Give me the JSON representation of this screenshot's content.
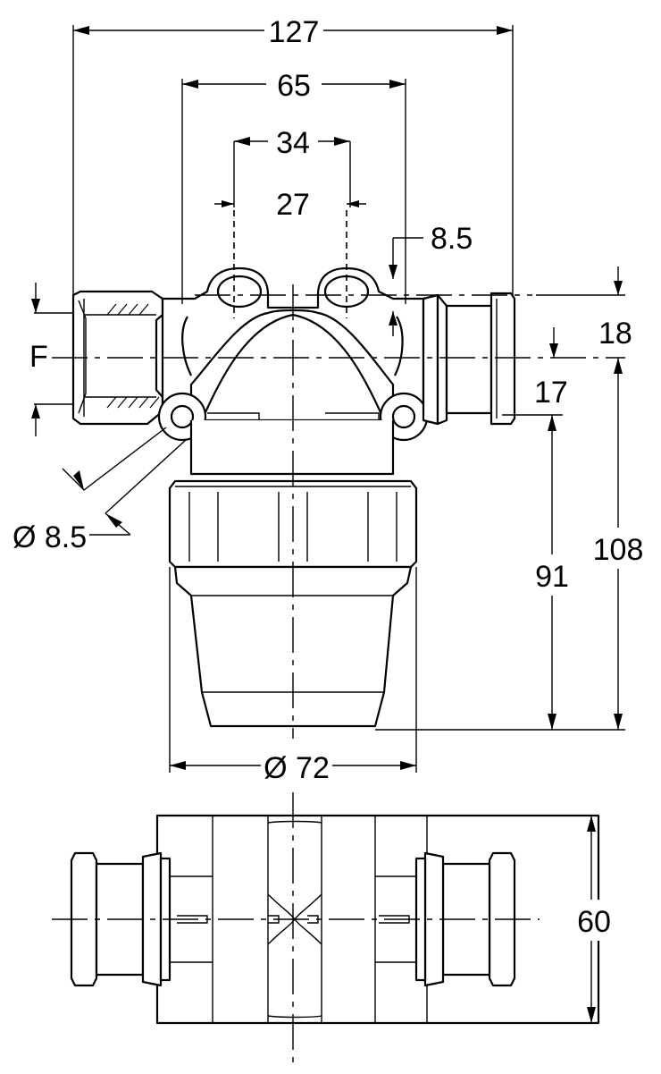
{
  "dimensions": {
    "overall_width": "127",
    "mount_spacing": "65",
    "bolt_outer": "34",
    "bolt_inner": "27",
    "slot_offset": "8.5",
    "top_to_axis": "18",
    "axis_to_holes": "17",
    "holes_to_bottom": "91",
    "axis_to_bottom": "108",
    "hole_diameter": "Ø 8.5",
    "bowl_diameter": "Ø 72",
    "bottom_view_width": "60"
  },
  "labels": {
    "flow_marker": "F"
  }
}
